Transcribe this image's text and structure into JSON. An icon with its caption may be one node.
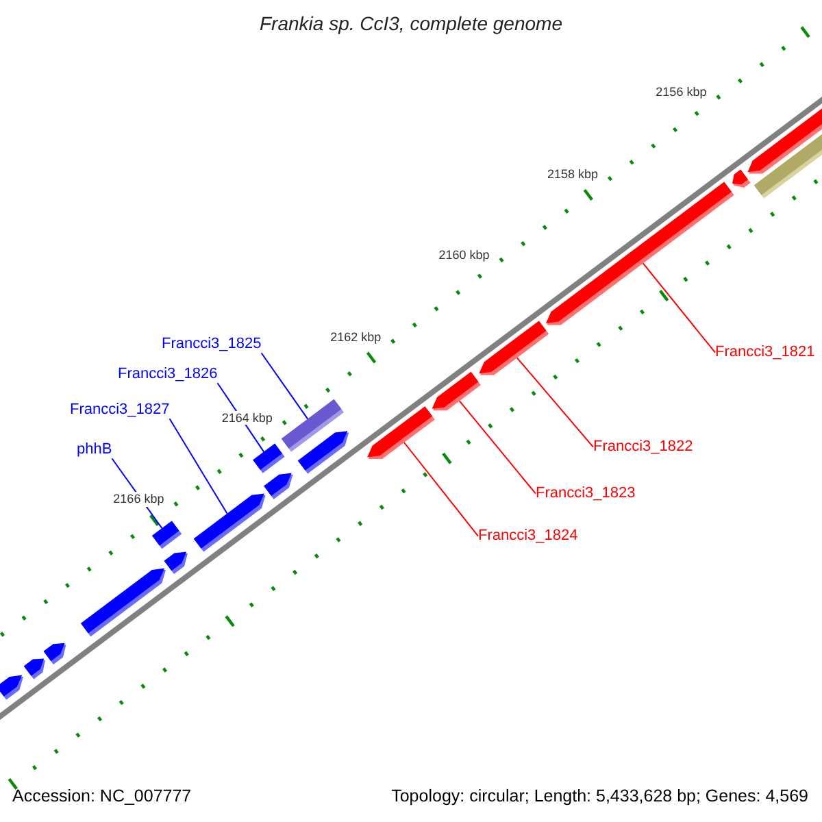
{
  "diagram": {
    "title": "Frankia sp. CcI3, complete genome",
    "nodes": [
      {
        "text": [
          "Francci3_1825"
        ]
      },
      {
        "text": [
          "Francci3_1826"
        ]
      },
      {
        "text": [
          "Francci3_1827"
        ]
      },
      {
        "text": [
          "phhB"
        ]
      },
      {
        "text": [
          "Francci3_1821"
        ]
      },
      {
        "text": [
          "Francci3_1822"
        ]
      },
      {
        "text": [
          "Francci3_1823"
        ]
      },
      {
        "text": [
          "Francci3_1824"
        ]
      },
      {
        "text": [],
        "shape": "arrow"
      },
      {
        "text": [],
        "shape": "arrow"
      },
      {
        "text": [],
        "shape": "arrow"
      },
      {
        "text": [],
        "shape": "arrow"
      },
      {
        "text": [],
        "shape": "arrow"
      },
      {
        "text": [],
        "shape": "bar"
      },
      {
        "text": [],
        "shape": "arrow"
      },
      {
        "text": [],
        "shape": "arrow"
      },
      {
        "text": [],
        "shape": "bar"
      },
      {
        "text": [],
        "shape": "arrow"
      },
      {
        "text": [],
        "shape": "bar"
      },
      {
        "text": [],
        "shape": "arrow"
      },
      {
        "text": [],
        "shape": "arrow"
      },
      {
        "text": [],
        "shape": "arrow"
      },
      {
        "text": [],
        "shape": "arrow"
      },
      {
        "text": [],
        "shape": "arrow"
      },
      {
        "text": [],
        "shape": "arrow"
      },
      {
        "text": [],
        "shape": "bar"
      }
    ],
    "edges": [
      {
        "from": 0,
        "to": 18,
        "arrow": "none",
        "color": "#0000ff"
      },
      {
        "from": 1,
        "to": 16,
        "arrow": "none",
        "color": "#0000ff"
      },
      {
        "from": 2,
        "to": 14,
        "arrow": "none",
        "color": "#0000ff"
      },
      {
        "from": 3,
        "to": 13,
        "arrow": "none",
        "color": "#0000ff"
      },
      {
        "from": 4,
        "to": 22,
        "arrow": "none",
        "color": "#ff0000"
      },
      {
        "from": 5,
        "to": 21,
        "arrow": "none",
        "color": "#ff0000"
      },
      {
        "from": 6,
        "to": 20,
        "arrow": "none",
        "color": "#ff0000"
      },
      {
        "from": 7,
        "to": 19,
        "arrow": "none",
        "color": "#ff0000"
      }
    ],
    "labels": [
      "2156 kbp",
      "2158 kbp",
      "2160 kbp",
      "2162 kbp",
      "2164 kbp",
      "2166 kbp",
      "Accession: NC_007777",
      "Topology: circular; Length: 5,433,628 bp; Genes: 4,569"
    ]
  }
}
